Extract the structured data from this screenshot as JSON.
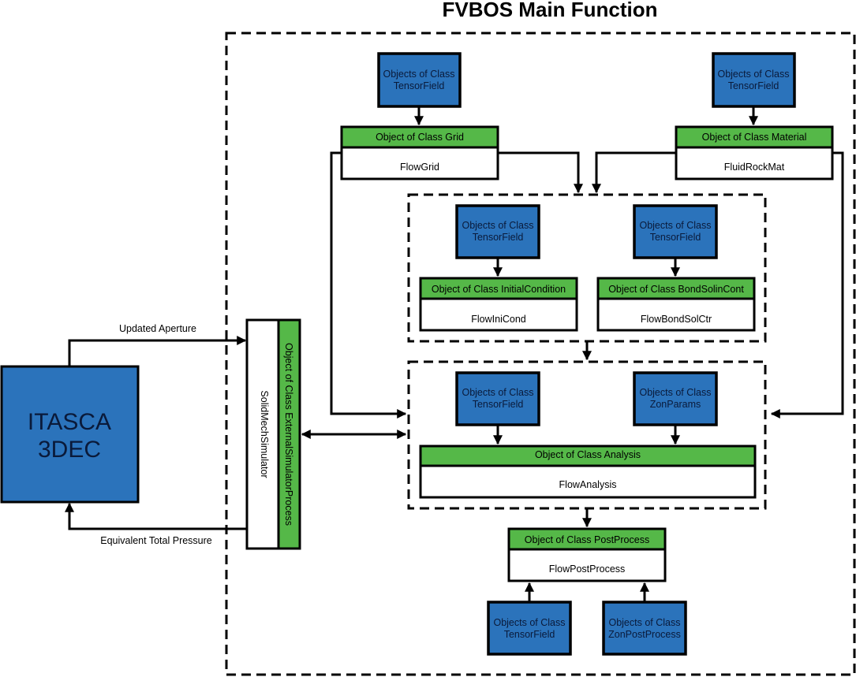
{
  "title": "FVBOS Main Function",
  "external": {
    "itasca_line1": "ITASCA",
    "itasca_line2": "3DEC",
    "updated_aperture": "Updated Aperture",
    "equivalent_total_pressure": "Equivalent Total Pressure",
    "simulator_class": "Object of Class ExternalSimulatorProcess",
    "simulator_instance": "SolidMechSimulator"
  },
  "tensor_field_line1": "Objects of Class",
  "tensor_field_line2": "TensorField",
  "grid": {
    "class": "Object of Class Grid",
    "instance": "FlowGrid"
  },
  "material": {
    "class": "Object of Class Material",
    "instance": "FluidRockMat"
  },
  "initial_condition": {
    "class": "Object of Class InitialCondition",
    "instance": "FlowIniCond"
  },
  "bond_solin": {
    "class": "Object of Class BondSolinCont",
    "instance": "FlowBondSolCtr"
  },
  "zon_params": {
    "line1": "Objects of Class",
    "line2": "ZonParams"
  },
  "analysis": {
    "class": "Object of Class Analysis",
    "instance": "FlowAnalysis"
  },
  "post_process": {
    "class": "Object of Class PostProcess",
    "instance": "FlowPostProcess"
  },
  "zon_post_process": {
    "line1": "Objects of Class",
    "line2": "ZonPostProcess"
  },
  "colors": {
    "blue": "#2b73bb",
    "green": "#55b848"
  }
}
